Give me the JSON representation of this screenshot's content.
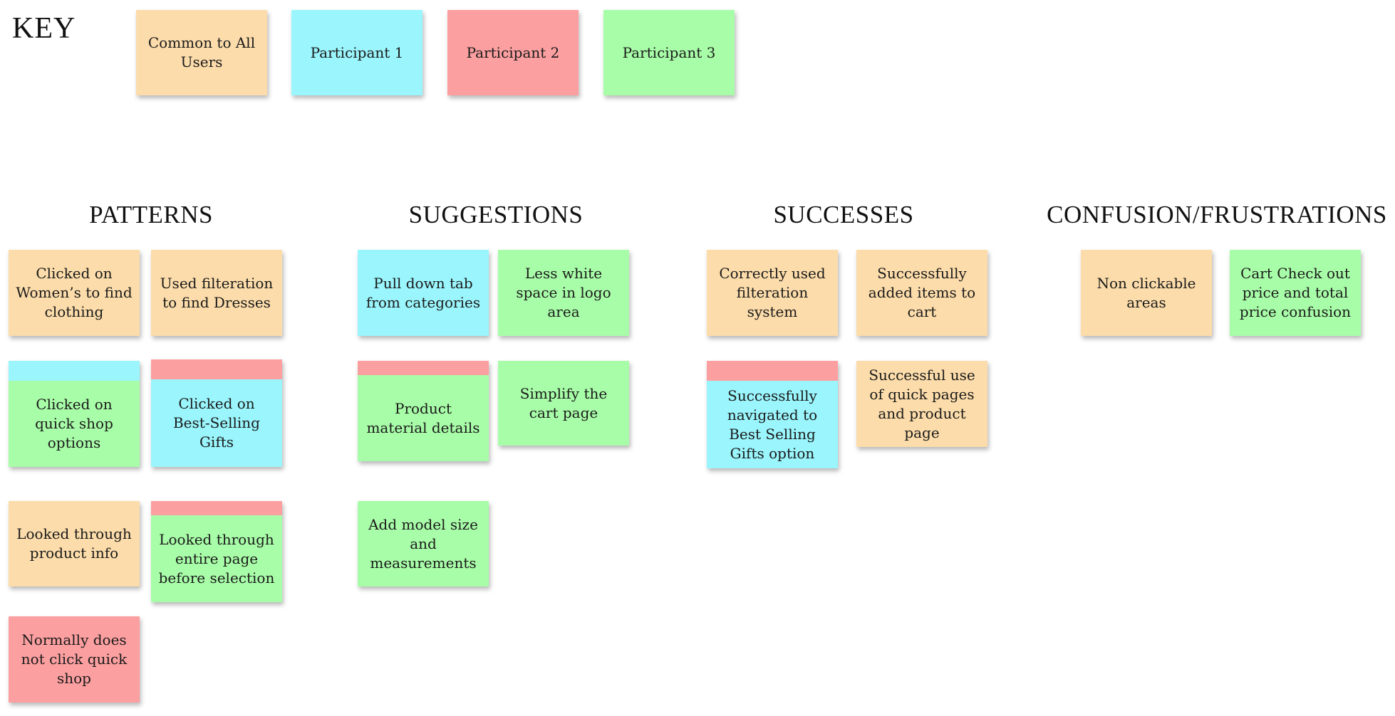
{
  "key": {
    "title": "KEY",
    "items": [
      {
        "label": "Common to All Users",
        "color": "#fcdcaa"
      },
      {
        "label": "Participant 1",
        "color": "#9af5fc"
      },
      {
        "label": "Participant 2",
        "color": "#fc9fa0"
      },
      {
        "label": "Participant 3",
        "color": "#a8fda8"
      }
    ]
  },
  "columns": {
    "patterns": {
      "title": "PATTERNS",
      "notes": [
        {
          "text": "Clicked on Women’s to find clothing",
          "owner": "Common to All Users"
        },
        {
          "text": "Used filteration to find Dresses",
          "owner": "Common to All Users"
        },
        {
          "text": "Clicked on quick shop options",
          "owner": "Participant 3",
          "tag": "Participant 1"
        },
        {
          "text": "Clicked on Best-Selling Gifts",
          "owner": "Participant 1",
          "tag": "Participant 2"
        },
        {
          "text": "Looked through product info",
          "owner": "Common to All Users"
        },
        {
          "text": "Looked through entire page before selection",
          "owner": "Participant 3",
          "tag": "Participant 2"
        },
        {
          "text": "Normally does not click quick shop",
          "owner": "Participant 2"
        }
      ]
    },
    "suggestions": {
      "title": "SUGGESTIONS",
      "notes": [
        {
          "text": "Pull down tab from categories",
          "owner": "Participant 1"
        },
        {
          "text": "Less white space in logo area",
          "owner": "Participant 3"
        },
        {
          "text": "Product material details",
          "owner": "Participant 3",
          "tag": "Participant 2"
        },
        {
          "text": "Simplify the cart page",
          "owner": "Participant 3"
        },
        {
          "text": "Add model size and measurements",
          "owner": "Participant 3"
        }
      ]
    },
    "successes": {
      "title": "SUCCESSES",
      "notes": [
        {
          "text": "Correctly used filteration system",
          "owner": "Common to All Users"
        },
        {
          "text": "Successfully added items to cart",
          "owner": "Common to All Users"
        },
        {
          "text": "Successfully navigated to Best Selling Gifts option",
          "owner": "Participant 1",
          "tag": "Participant 2"
        },
        {
          "text": "Successful use of quick pages and product page",
          "owner": "Common to All Users"
        }
      ]
    },
    "confusion": {
      "title": "CONFUSION/FRUSTRATIONS",
      "notes": [
        {
          "text": "Non clickable areas",
          "owner": "Common to All Users"
        },
        {
          "text": "Cart Check out price and total price confusion",
          "owner": "Participant 3"
        }
      ]
    }
  }
}
